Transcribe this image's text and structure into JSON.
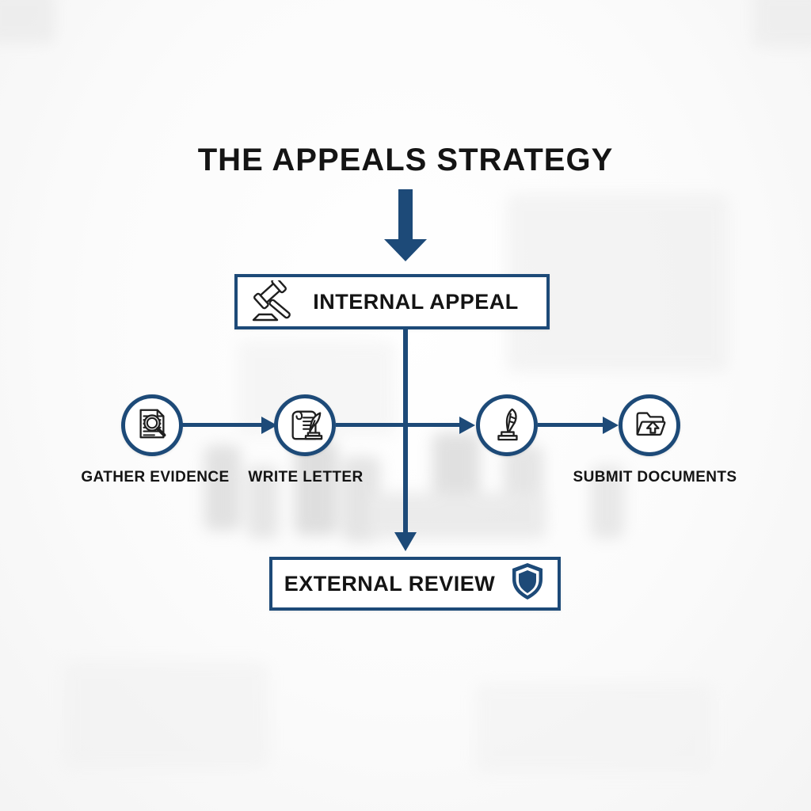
{
  "colors": {
    "accent_navy": "#1d4a78",
    "icon_stroke": "#1f1f1f",
    "text": "#141414",
    "box_background": "#ffffff"
  },
  "title": "THE APPEALS STRATEGY",
  "flow": {
    "top_connector_icon": "down-block-arrow",
    "internal_appeal": {
      "label": "INTERNAL APPEAL",
      "icon": "gavel"
    },
    "steps": [
      {
        "label": "GATHER EVIDENCE",
        "icon": "document-magnifier"
      },
      {
        "label": "WRITE LETTER",
        "icon": "scroll-quill"
      },
      {
        "icon": "quill-inkstand"
      },
      {
        "label": "SUBMIT DOCUMENTS",
        "icon": "folder-upload"
      }
    ],
    "external_review": {
      "label": "EXTERNAL REVIEW",
      "icon": "shield"
    }
  }
}
